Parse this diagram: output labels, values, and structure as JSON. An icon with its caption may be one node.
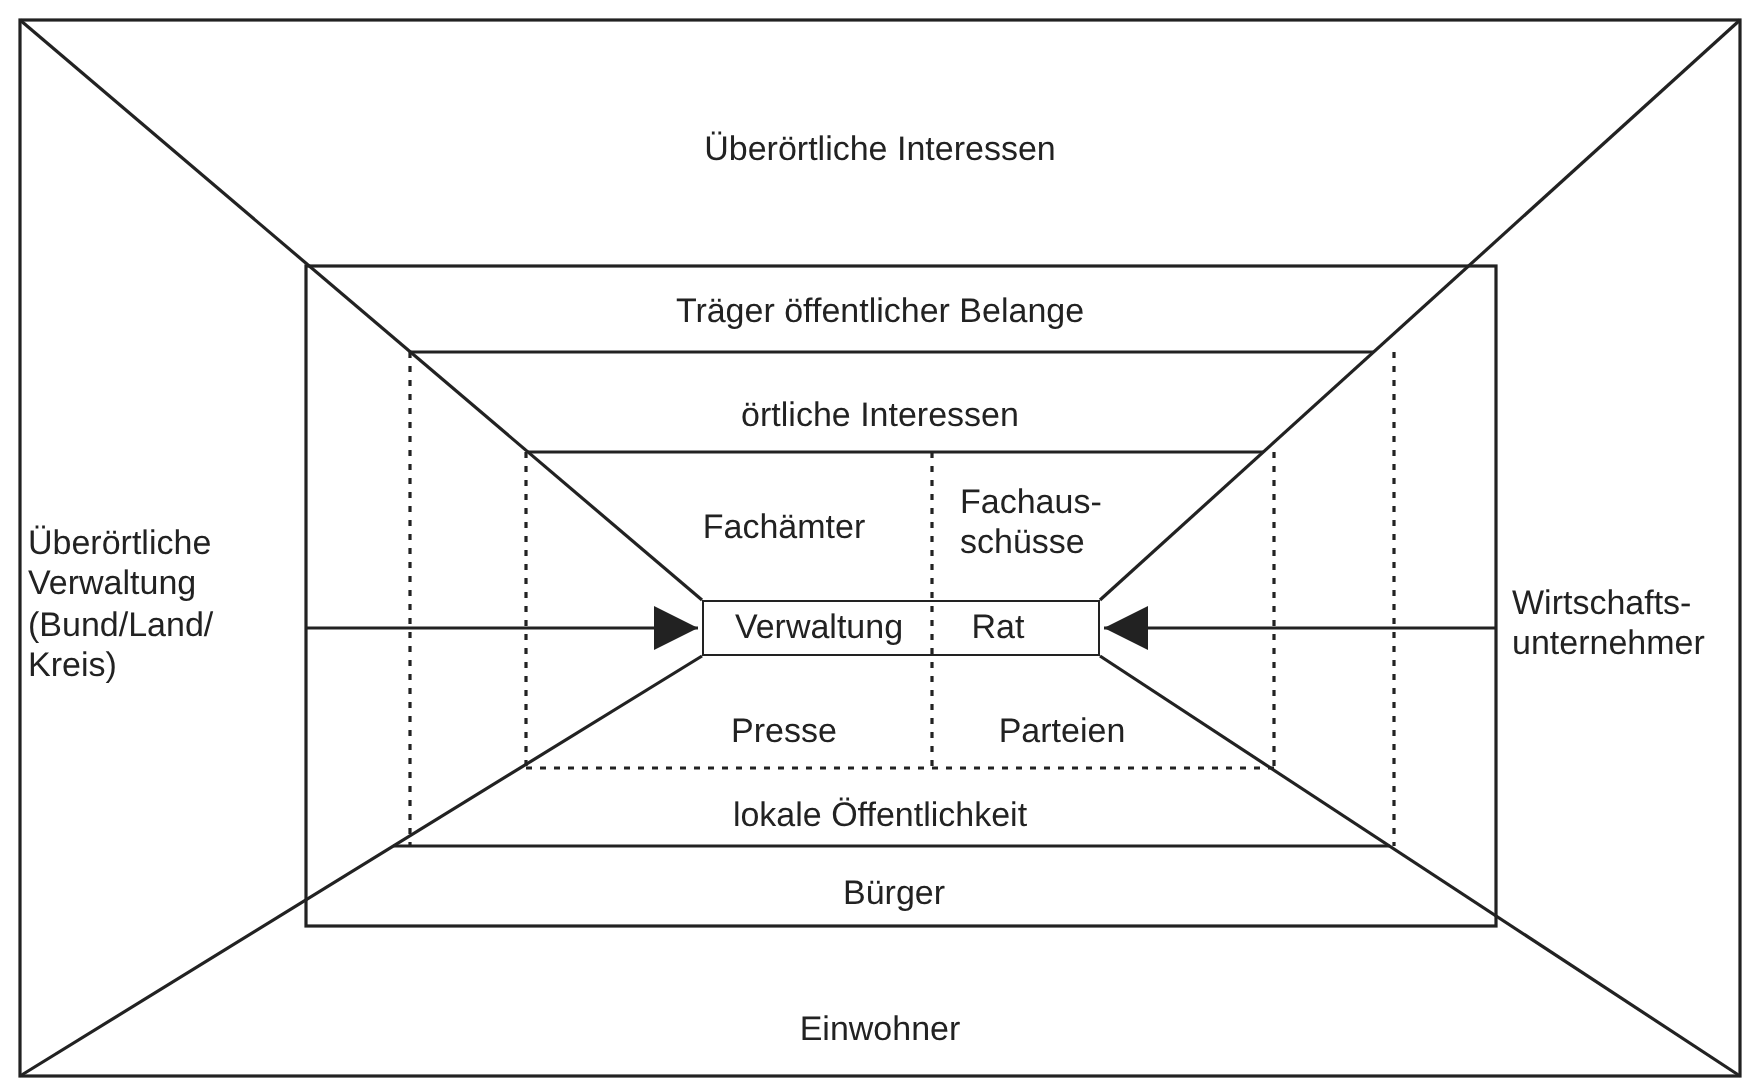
{
  "diagram": {
    "nodes": [
      {
        "text": [
          "Überörtliche Verwaltung (Bund/Land/ Kreis)"
        ]
      },
      {
        "text": [
          "Verwaltung",
          "Rat"
        ]
      },
      {
        "text": [
          "Wirtschafts-unternehmer"
        ]
      }
    ],
    "edges": [
      {
        "from": 0,
        "to": 1,
        "arrow": "to"
      },
      {
        "from": 2,
        "to": 1,
        "arrow": "to"
      }
    ],
    "labels": [
      "Überörtliche Interessen",
      "Träger öffentlicher Belange",
      "örtliche Interessen",
      "Fachämter",
      "Fachaus-schüsse",
      "Presse",
      "Parteien",
      "lokale Öffentlichkeit",
      "Bürger",
      "Einwohner"
    ]
  }
}
